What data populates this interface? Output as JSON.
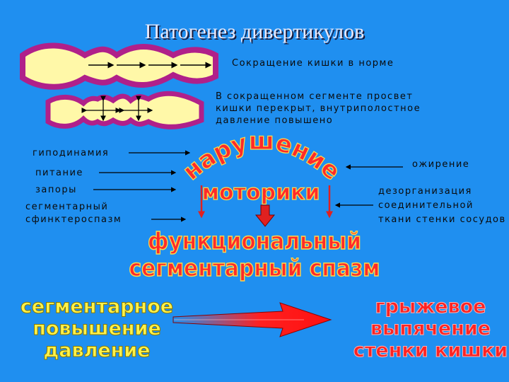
{
  "title": "Патогенез дивертикулов",
  "normal_caption": "Сокращение кишки в норме",
  "contracted_caption": [
    "В сокращенном сегменте просвет",
    "кишки перекрыт, внутриполостное",
    "давление повышено"
  ],
  "arc_title": "нарушение",
  "arc_subtitle": "моторики",
  "left_factors": [
    "гиподинамия",
    "питание",
    "запоры",
    "сегментарный",
    "сфинктероспазм"
  ],
  "right_factors": [
    "ожирение",
    "дезорганизация",
    "соединительной",
    "ткани стенки сосудов"
  ],
  "spasm_lines": [
    "функциональный",
    "сегментарный спазм"
  ],
  "pressure_lines": [
    "сегментарное",
    "повышение",
    "давление"
  ],
  "hernia_lines": [
    "грыжевое",
    "выпячение",
    "стенки кишки"
  ],
  "colors": {
    "background": "#1f8ff0",
    "accent_red": "#ff2a2a",
    "accent_yellow": "#fff24a",
    "tube_wall": "#b0208a",
    "tube_fill": "#fff8a8"
  }
}
